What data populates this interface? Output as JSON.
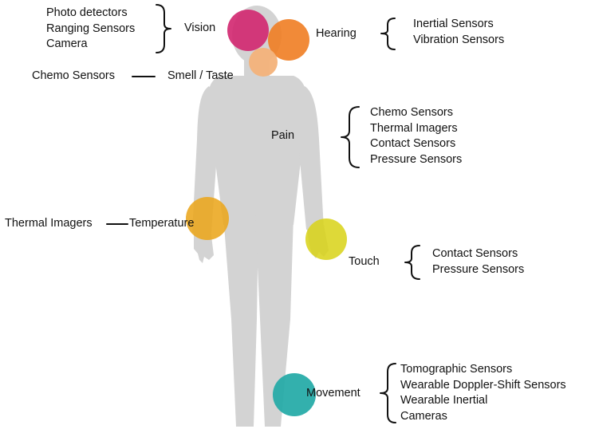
{
  "senses": {
    "vision": {
      "label": "Vision",
      "color": "#d1266f",
      "sensors": [
        "Photo detectors",
        "Ranging Sensors",
        "Camera"
      ]
    },
    "hearing": {
      "label": "Hearing",
      "color": "#ef7d22",
      "sensors": [
        "Inertial Sensors",
        "Vibration Sensors"
      ]
    },
    "smell_taste": {
      "label": "Smell / Taste",
      "color": "#f3b27a",
      "sensors": [
        "Chemo Sensors"
      ]
    },
    "pain": {
      "label": "Pain",
      "sensors": [
        "Chemo Sensors",
        "Thermal Imagers",
        "Contact Sensors",
        "Pressure Sensors"
      ]
    },
    "temperature": {
      "label": "Temperature",
      "color": "#eaa61c",
      "sensors": [
        "Thermal Imagers"
      ]
    },
    "touch": {
      "label": "Touch",
      "color": "#d8d215",
      "sensors": [
        "Contact Sensors",
        "Pressure Sensors"
      ]
    },
    "movement": {
      "label": "Movement",
      "color": "#22a9a6",
      "sensors": [
        "Tomographic Sensors",
        "Wearable Doppler-Shift Sensors",
        "Wearable Inertial",
        "Cameras"
      ]
    }
  },
  "colors": {
    "body": "#d3d3d3",
    "connector": "#111111"
  }
}
